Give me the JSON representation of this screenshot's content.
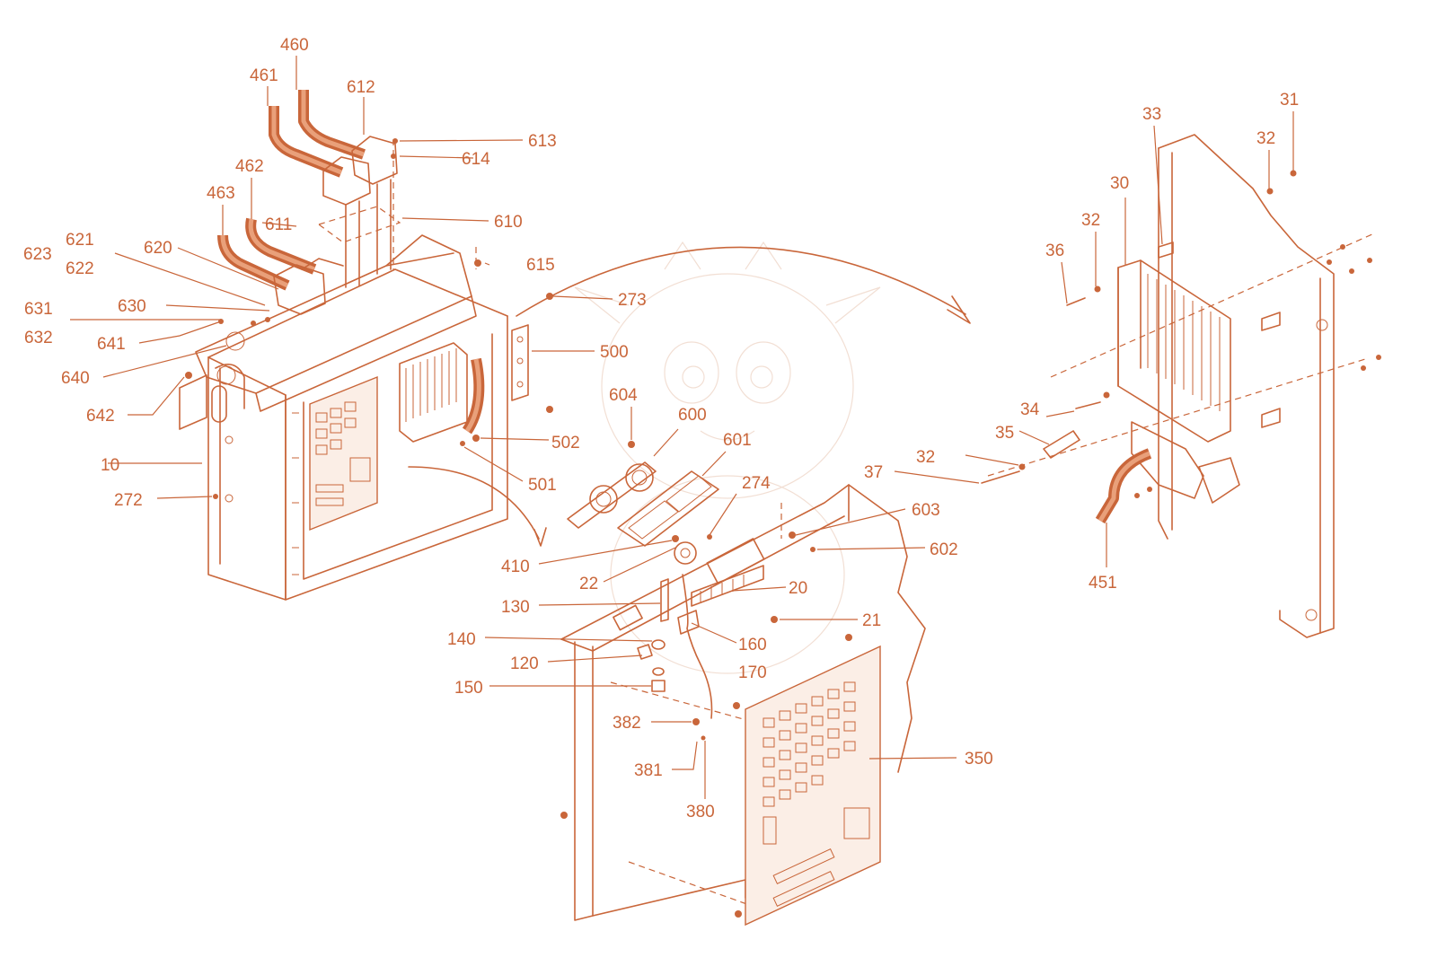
{
  "colors": {
    "line": "#c9663a",
    "background": "#ffffff",
    "cable_inner": "#e9a07a",
    "watermark": "#f2dfd4"
  },
  "callouts": [
    {
      "id": "460",
      "label": "460"
    },
    {
      "id": "461",
      "label": "461"
    },
    {
      "id": "612",
      "label": "612"
    },
    {
      "id": "613",
      "label": "613"
    },
    {
      "id": "614",
      "label": "614"
    },
    {
      "id": "462",
      "label": "462"
    },
    {
      "id": "463",
      "label": "463"
    },
    {
      "id": "611",
      "label": "611"
    },
    {
      "id": "610",
      "label": "610"
    },
    {
      "id": "621",
      "label": "621"
    },
    {
      "id": "623",
      "label": "623"
    },
    {
      "id": "622",
      "label": "622"
    },
    {
      "id": "620",
      "label": "620"
    },
    {
      "id": "615",
      "label": "615"
    },
    {
      "id": "630",
      "label": "630"
    },
    {
      "id": "631",
      "label": "631"
    },
    {
      "id": "632",
      "label": "632"
    },
    {
      "id": "641",
      "label": "641"
    },
    {
      "id": "640",
      "label": "640"
    },
    {
      "id": "642",
      "label": "642"
    },
    {
      "id": "273",
      "label": "273"
    },
    {
      "id": "500",
      "label": "500"
    },
    {
      "id": "604",
      "label": "604"
    },
    {
      "id": "600",
      "label": "600"
    },
    {
      "id": "601",
      "label": "601"
    },
    {
      "id": "502",
      "label": "502"
    },
    {
      "id": "501",
      "label": "501"
    },
    {
      "id": "10",
      "label": "10"
    },
    {
      "id": "272",
      "label": "272"
    },
    {
      "id": "274",
      "label": "274"
    },
    {
      "id": "603",
      "label": "603"
    },
    {
      "id": "602",
      "label": "602"
    },
    {
      "id": "410",
      "label": "410"
    },
    {
      "id": "22",
      "label": "22"
    },
    {
      "id": "20",
      "label": "20"
    },
    {
      "id": "130",
      "label": "130"
    },
    {
      "id": "21",
      "label": "21"
    },
    {
      "id": "140",
      "label": "140"
    },
    {
      "id": "160",
      "label": "160"
    },
    {
      "id": "120",
      "label": "120"
    },
    {
      "id": "170",
      "label": "170"
    },
    {
      "id": "150",
      "label": "150"
    },
    {
      "id": "382",
      "label": "382"
    },
    {
      "id": "381",
      "label": "381"
    },
    {
      "id": "380",
      "label": "380"
    },
    {
      "id": "350",
      "label": "350"
    },
    {
      "id": "33",
      "label": "33"
    },
    {
      "id": "31",
      "label": "31"
    },
    {
      "id": "32a",
      "label": "32"
    },
    {
      "id": "30",
      "label": "30"
    },
    {
      "id": "32b",
      "label": "32"
    },
    {
      "id": "36",
      "label": "36"
    },
    {
      "id": "34",
      "label": "34"
    },
    {
      "id": "35",
      "label": "35"
    },
    {
      "id": "32c",
      "label": "32"
    },
    {
      "id": "37",
      "label": "37"
    },
    {
      "id": "451",
      "label": "451"
    }
  ]
}
